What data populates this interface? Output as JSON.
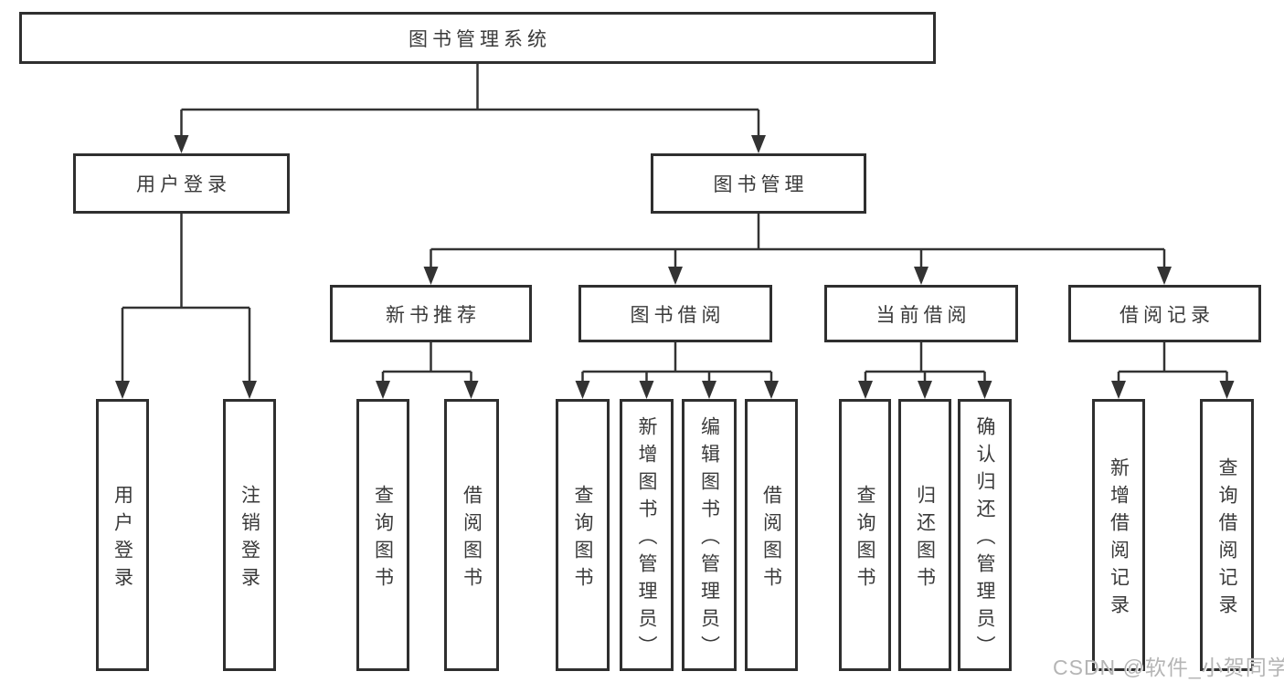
{
  "diagram": {
    "tree": {
      "label": "图书管理系统",
      "children": [
        {
          "label": "用户登录",
          "children": [
            {
              "label": "用户登录"
            },
            {
              "label": "注销登录"
            }
          ]
        },
        {
          "label": "图书管理",
          "children": [
            {
              "label": "新书推荐",
              "children": [
                {
                  "label": "查询图书"
                },
                {
                  "label": "借阅图书"
                }
              ]
            },
            {
              "label": "图书借阅",
              "children": [
                {
                  "label": "查询图书"
                },
                {
                  "label": "新增图书（管理员）"
                },
                {
                  "label": "编辑图书（管理员）"
                },
                {
                  "label": "借阅图书"
                }
              ]
            },
            {
              "label": "当前借阅",
              "children": [
                {
                  "label": "查询图书"
                },
                {
                  "label": "归还图书"
                },
                {
                  "label": "确认归还（管理员）"
                }
              ]
            },
            {
              "label": "借阅记录",
              "children": [
                {
                  "label": "新增借阅记录"
                },
                {
                  "label": "查询借阅记录"
                }
              ]
            }
          ]
        }
      ]
    },
    "colors": {
      "node_border": "#2f2f2f",
      "node_text": "#3a3a3a",
      "connector_line": "#333333",
      "background": "#ffffff",
      "watermark_text_color": "#b5b5b5"
    }
  },
  "watermark": {
    "text": "CSDN @软件_小贺同学"
  }
}
